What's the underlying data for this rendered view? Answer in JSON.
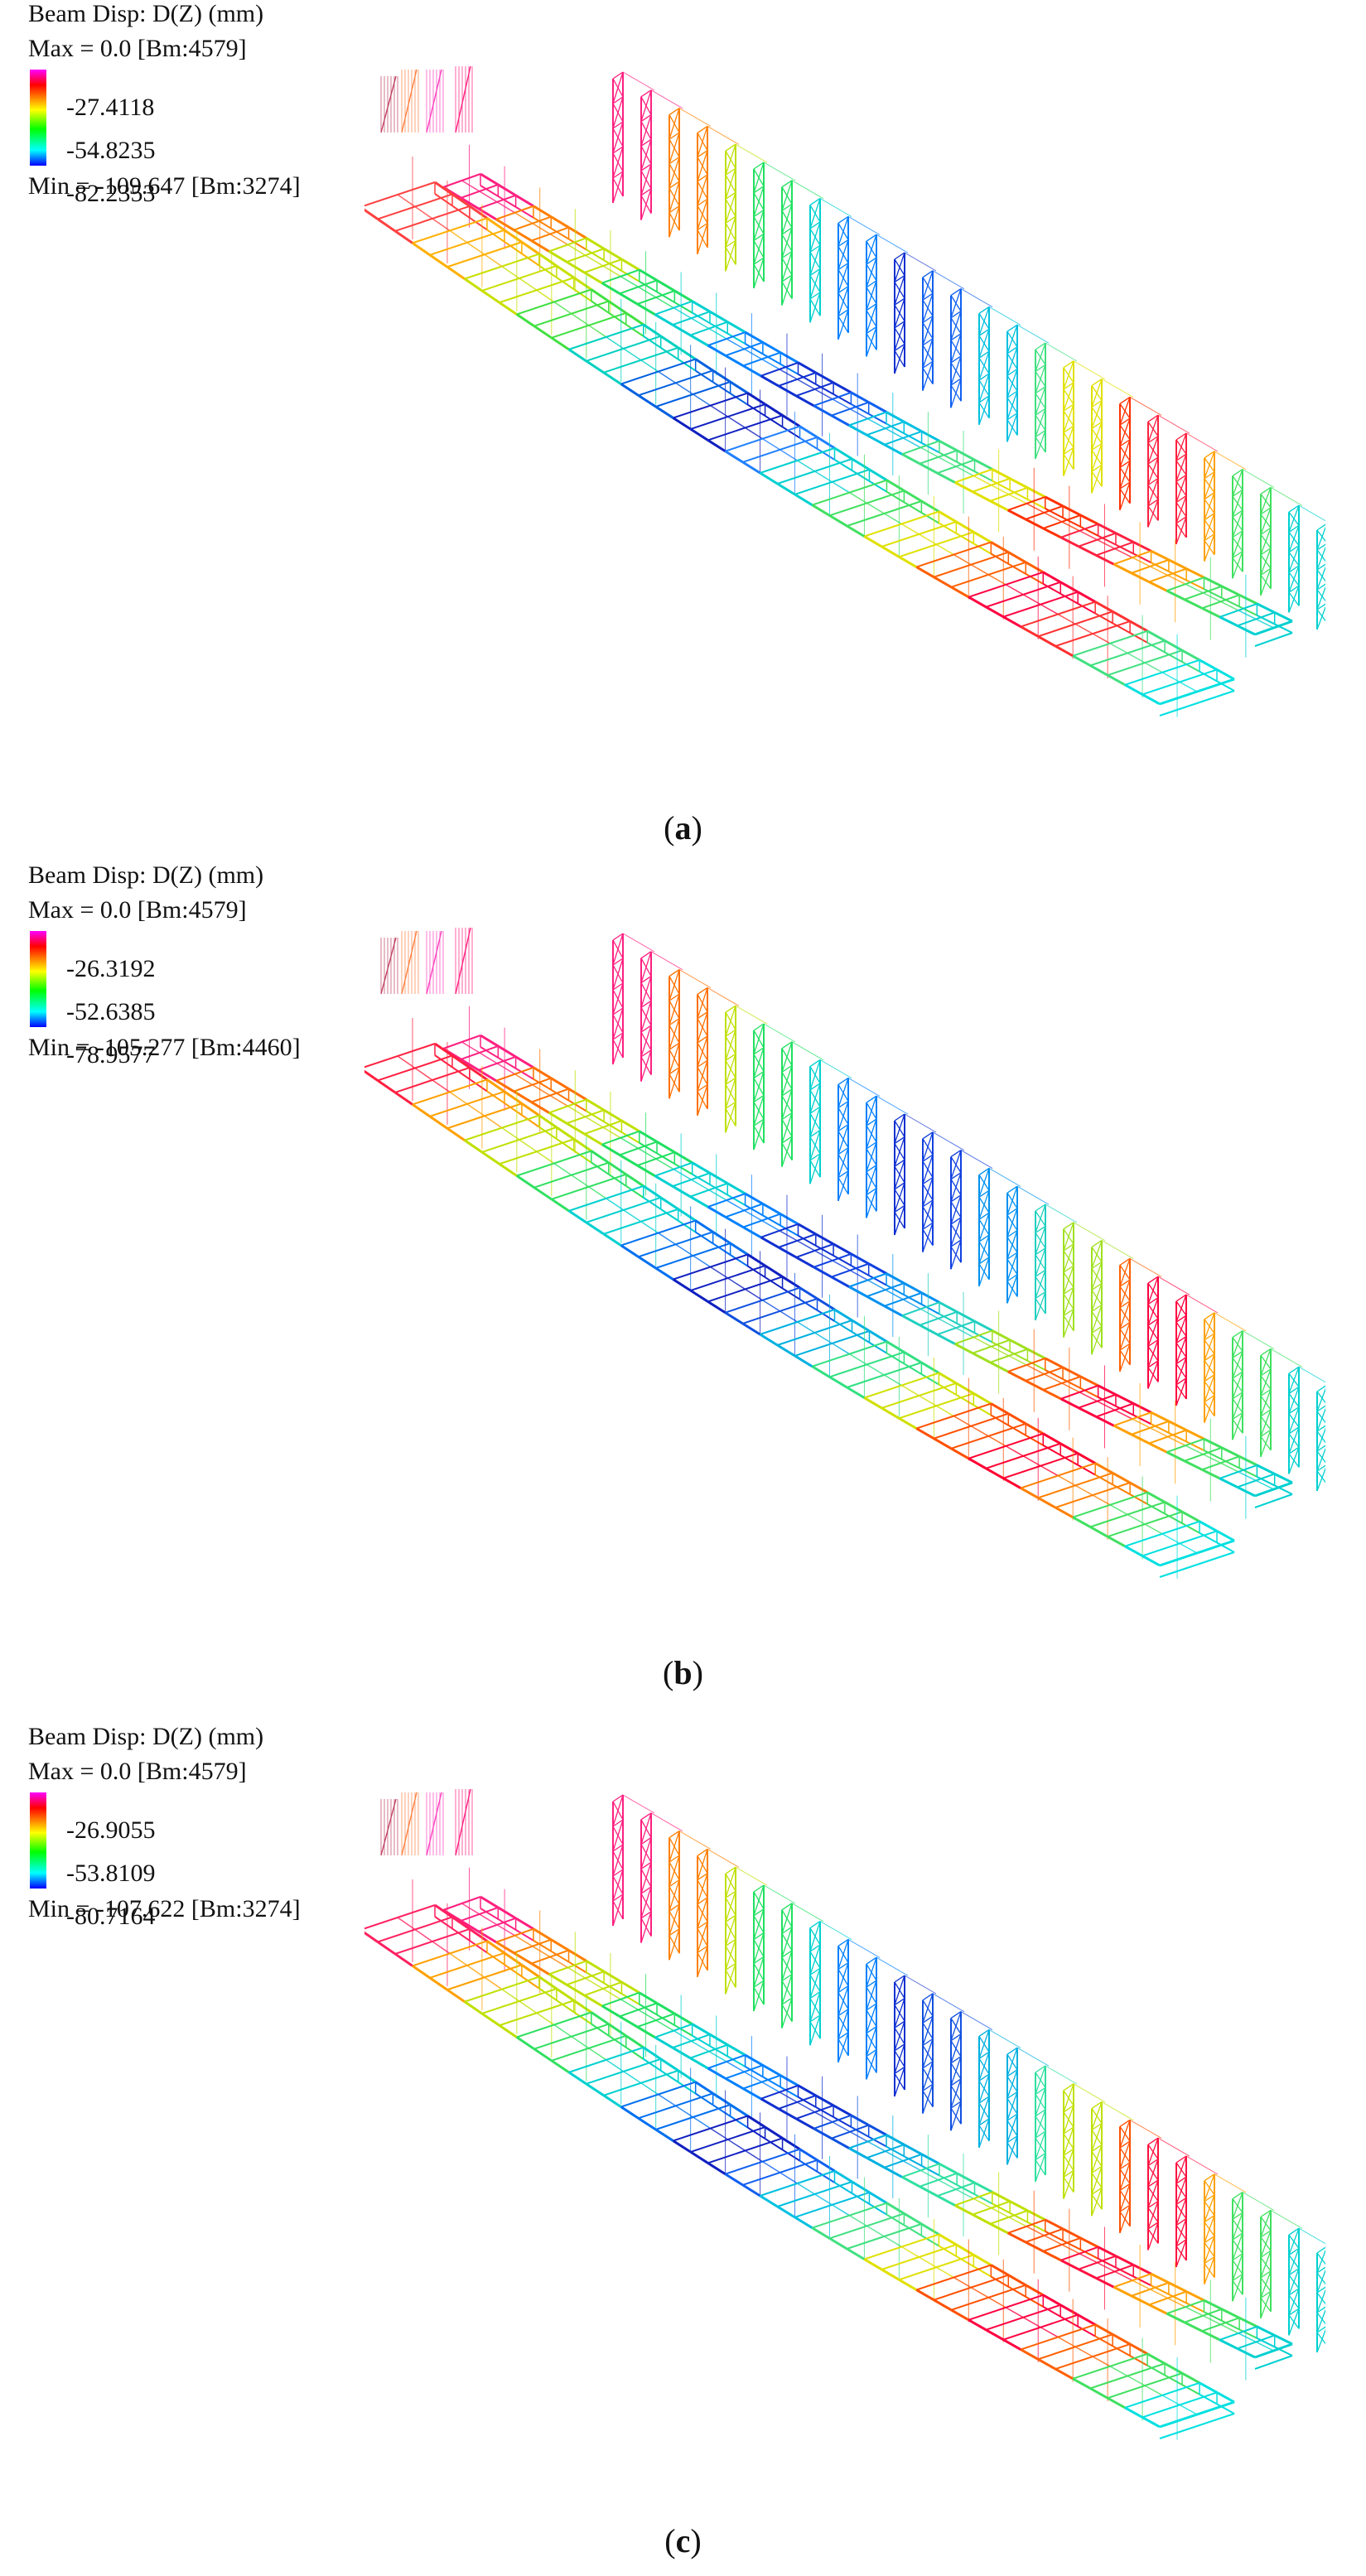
{
  "panels": [
    {
      "legend": {
        "title": "Beam Disp: D(Z) (mm)",
        "max": "Max = 0.0 [Bm:4579]",
        "ticks": [
          "-27.4118",
          "-54.8235",
          "-82.2353"
        ],
        "min": "Min = -109.647 [Bm:3274]"
      },
      "caption": {
        "open": "(",
        "letter": "a",
        "close": ")"
      },
      "colors": {
        "front": [
          "#ff4040",
          "#ffb000",
          "#c8e000",
          "#40e040",
          "#00d0c0",
          "#0060e0",
          "#1020c0",
          "#2080ff",
          "#00d0d0",
          "#40e060",
          "#e0e000",
          "#ff6000",
          "#ff0040",
          "#ff3030",
          "#40e080",
          "#00e0e0"
        ],
        "back": [
          "#ff2080",
          "#ff8000",
          "#c0e000",
          "#20e060",
          "#00d0d0",
          "#0080ff",
          "#1030d0",
          "#1060f0",
          "#00c0e0",
          "#40e080",
          "#e0e000",
          "#ff3000",
          "#ff2040",
          "#ffa000",
          "#40e060",
          "#00d0d0"
        ]
      }
    },
    {
      "legend": {
        "title": "Beam Disp: D(Z) (mm)",
        "max": "Max = 0.0 [Bm:4579]",
        "ticks": [
          "-26.3192",
          "-52.6385",
          "-78.9577"
        ],
        "min": "Min = -105.277 [Bm:4460]"
      },
      "caption": {
        "open": "(",
        "letter": "b",
        "close": ")"
      },
      "colors": {
        "front": [
          "#ff2040",
          "#ffa000",
          "#c0e000",
          "#30e060",
          "#00d0d0",
          "#0070f0",
          "#1020c0",
          "#1050e0",
          "#00b0e0",
          "#30e080",
          "#d0e000",
          "#ff5000",
          "#ff0030",
          "#ff8000",
          "#40e060",
          "#00e0e0"
        ],
        "back": [
          "#ff2080",
          "#ff7000",
          "#c0e000",
          "#20e060",
          "#00d0d0",
          "#0080ff",
          "#1030d0",
          "#1040e0",
          "#0090f0",
          "#20d0c0",
          "#a0e020",
          "#ff6000",
          "#ff0040",
          "#ffa000",
          "#40e060",
          "#00d0d0"
        ]
      }
    },
    {
      "legend": {
        "title": "Beam Disp: D(Z) (mm)",
        "max": "Max = 0.0 [Bm:4579]",
        "ticks": [
          "-26.9055",
          "-53.8109",
          "-80.7164"
        ],
        "min": "Min = -107.622 [Bm:3274]"
      },
      "caption": {
        "open": "(",
        "letter": "c",
        "close": ")"
      },
      "colors": {
        "front": [
          "#ff2060",
          "#ffa000",
          "#c0e000",
          "#30e060",
          "#00d0d0",
          "#0070f0",
          "#1020c0",
          "#1060f0",
          "#00c0e0",
          "#40e080",
          "#e0e000",
          "#ff5000",
          "#ff0040",
          "#ff6000",
          "#40e060",
          "#00e0e0"
        ],
        "back": [
          "#ff2080",
          "#ff8000",
          "#c0e000",
          "#20e060",
          "#00d0d0",
          "#0080ff",
          "#1030d0",
          "#1050e0",
          "#00b0e0",
          "#30e0a0",
          "#c0e000",
          "#ff5000",
          "#ff1040",
          "#ffa000",
          "#40e060",
          "#00d0d0"
        ]
      }
    }
  ]
}
